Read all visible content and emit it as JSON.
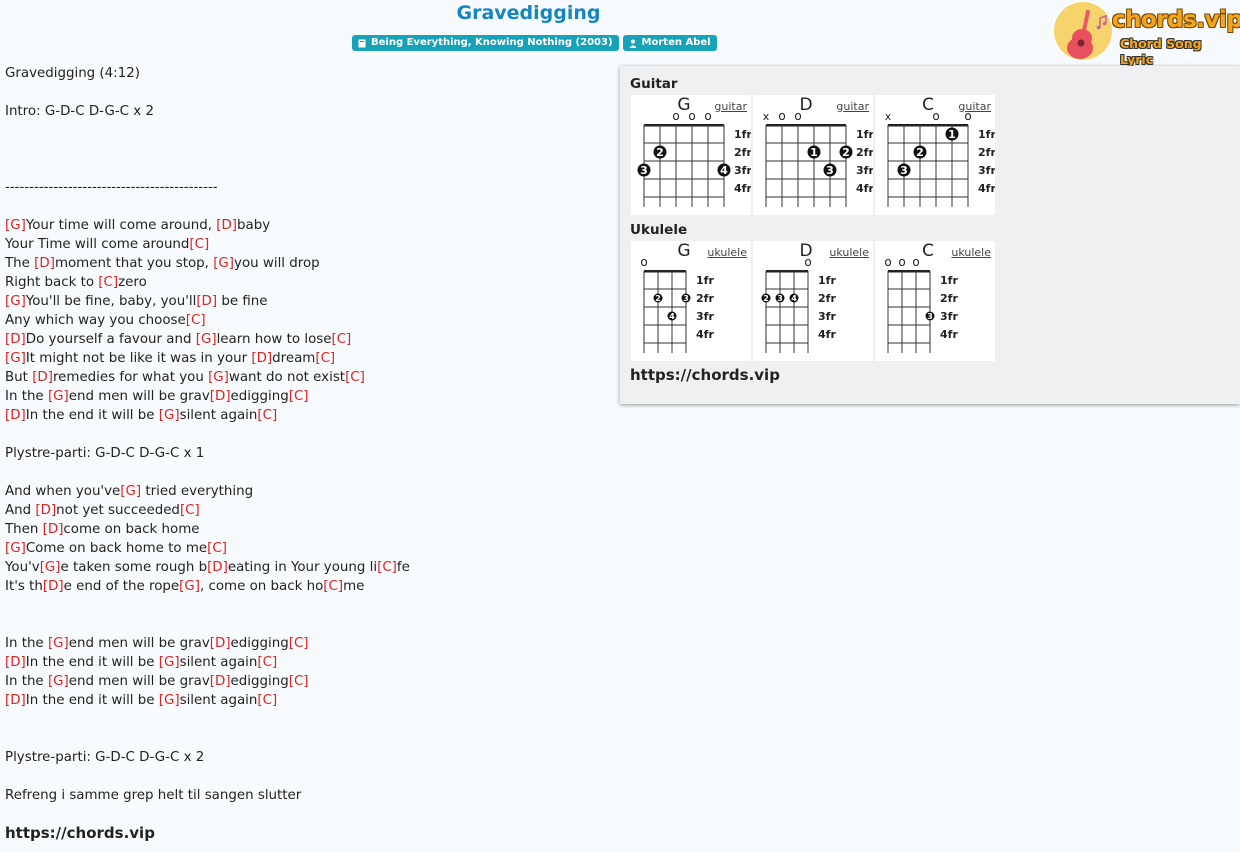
{
  "header": {
    "title": "Gravedigging",
    "album": "Being Everything, Knowing Nothing (2003)",
    "artist": "Morten Abel"
  },
  "logo": {
    "name": "chords.vip",
    "tagline": "Chord Song Lyric"
  },
  "lyrics": [
    [
      {
        "t": "Gravedigging (4:12)"
      }
    ],
    [],
    [
      {
        "t": "Intro: G-D-C D-G-C x 2"
      }
    ],
    [],
    [],
    [],
    [
      {
        "t": "--------------------------------------------"
      }
    ],
    [],
    [
      {
        "c": "[G]"
      },
      {
        "t": "Your time will come around, "
      },
      {
        "c": "[D]"
      },
      {
        "t": "baby"
      }
    ],
    [
      {
        "t": "Your Time will come around"
      },
      {
        "c": "[C]"
      }
    ],
    [
      {
        "t": "The "
      },
      {
        "c": "[D]"
      },
      {
        "t": "moment that you stop, "
      },
      {
        "c": "[G]"
      },
      {
        "t": "you will drop"
      }
    ],
    [
      {
        "t": "Right back to "
      },
      {
        "c": "[C]"
      },
      {
        "t": "zero"
      }
    ],
    [
      {
        "c": "[G]"
      },
      {
        "t": "You'll be fine, baby, you'll"
      },
      {
        "c": "[D]"
      },
      {
        "t": " be fine"
      }
    ],
    [
      {
        "t": "Any which way you choose"
      },
      {
        "c": "[C]"
      }
    ],
    [
      {
        "c": "[D]"
      },
      {
        "t": "Do yourself a favour and "
      },
      {
        "c": "[G]"
      },
      {
        "t": "learn how to lose"
      },
      {
        "c": "[C]"
      }
    ],
    [
      {
        "c": "[G]"
      },
      {
        "t": "It might not be like it was in your "
      },
      {
        "c": "[D]"
      },
      {
        "t": "dream"
      },
      {
        "c": "[C]"
      }
    ],
    [
      {
        "t": "But "
      },
      {
        "c": "[D]"
      },
      {
        "t": "remedies for what you "
      },
      {
        "c": "[G]"
      },
      {
        "t": "want do not exist"
      },
      {
        "c": "[C]"
      }
    ],
    [
      {
        "t": "In the "
      },
      {
        "c": "[G]"
      },
      {
        "t": "end men will be grav"
      },
      {
        "c": "[D]"
      },
      {
        "t": "edigging"
      },
      {
        "c": "[C]"
      }
    ],
    [
      {
        "c": "[D]"
      },
      {
        "t": "In the end it will be "
      },
      {
        "c": "[G]"
      },
      {
        "t": "silent again"
      },
      {
        "c": "[C]"
      }
    ],
    [],
    [
      {
        "t": "Plystre-parti: G-D-C D-G-C x 1"
      }
    ],
    [],
    [
      {
        "t": "And when you've"
      },
      {
        "c": "[G]"
      },
      {
        "t": " tried everything"
      }
    ],
    [
      {
        "t": "And "
      },
      {
        "c": "[D]"
      },
      {
        "t": "not yet succeeded"
      },
      {
        "c": "[C]"
      }
    ],
    [
      {
        "t": "Then "
      },
      {
        "c": "[D]"
      },
      {
        "t": "come on back home"
      }
    ],
    [
      {
        "c": "[G]"
      },
      {
        "t": "Come on back home to me"
      },
      {
        "c": "[C]"
      }
    ],
    [
      {
        "t": "You'v"
      },
      {
        "c": "[G]"
      },
      {
        "t": "e taken some rough b"
      },
      {
        "c": "[D]"
      },
      {
        "t": "eating in Your young li"
      },
      {
        "c": "[C]"
      },
      {
        "t": "fe"
      }
    ],
    [
      {
        "t": "It's th"
      },
      {
        "c": "[D]"
      },
      {
        "t": "e end of the rope"
      },
      {
        "c": "[G]"
      },
      {
        "t": ", come on back ho"
      },
      {
        "c": "[C]"
      },
      {
        "t": "me"
      }
    ],
    [],
    [],
    [
      {
        "t": "In the "
      },
      {
        "c": "[G]"
      },
      {
        "t": "end men will be grav"
      },
      {
        "c": "[D]"
      },
      {
        "t": "edigging"
      },
      {
        "c": "[C]"
      }
    ],
    [
      {
        "c": "[D]"
      },
      {
        "t": "In the end it will be "
      },
      {
        "c": "[G]"
      },
      {
        "t": "silent again"
      },
      {
        "c": "[C]"
      }
    ],
    [
      {
        "t": "In the "
      },
      {
        "c": "[G]"
      },
      {
        "t": "end men will be grav"
      },
      {
        "c": "[D]"
      },
      {
        "t": "edigging"
      },
      {
        "c": "[C]"
      }
    ],
    [
      {
        "c": "[D]"
      },
      {
        "t": "In the end it will be "
      },
      {
        "c": "[G]"
      },
      {
        "t": "silent again"
      },
      {
        "c": "[C]"
      }
    ],
    [],
    [],
    [
      {
        "t": "Plystre-parti: G-D-C D-G-C x 2"
      }
    ],
    [],
    [
      {
        "t": "Refreng i samme grep helt til sangen slutter"
      }
    ]
  ],
  "footer_site": "https://chords.vip",
  "panel": {
    "guitar_label": "Guitar",
    "ukulele_label": "Ukulele",
    "site": "https://chords.vip",
    "fret_labels": [
      "1fr",
      "2fr",
      "3fr",
      "4fr"
    ],
    "guitar": [
      {
        "name": "G",
        "link": "guitar",
        "open": [
          "",
          "",
          "o",
          "o",
          "o",
          ""
        ],
        "dots": [
          {
            "s": 1,
            "f": 3,
            "n": "3"
          },
          {
            "s": 2,
            "f": 2,
            "n": "2"
          },
          {
            "s": 6,
            "f": 3,
            "n": "4"
          }
        ]
      },
      {
        "name": "D",
        "link": "guitar",
        "open": [
          "x",
          "o",
          "o",
          "",
          "",
          ""
        ],
        "dots": [
          {
            "s": 4,
            "f": 2,
            "n": "1"
          },
          {
            "s": 5,
            "f": 3,
            "n": "3"
          },
          {
            "s": 6,
            "f": 2,
            "n": "2"
          }
        ]
      },
      {
        "name": "C",
        "link": "guitar",
        "open": [
          "x",
          "",
          "",
          "o",
          "",
          "o"
        ],
        "dots": [
          {
            "s": 2,
            "f": 3,
            "n": "3"
          },
          {
            "s": 3,
            "f": 2,
            "n": "2"
          },
          {
            "s": 5,
            "f": 1,
            "n": "1"
          }
        ]
      }
    ],
    "ukulele": [
      {
        "name": "G",
        "link": "ukulele",
        "open": [
          "o",
          "",
          "",
          ""
        ],
        "dots": [
          {
            "s": 2,
            "f": 2,
            "n": "2"
          },
          {
            "s": 3,
            "f": 3,
            "n": "4"
          },
          {
            "s": 4,
            "f": 2,
            "n": "3"
          }
        ]
      },
      {
        "name": "D",
        "link": "ukulele",
        "open": [
          "",
          "",
          "",
          "o"
        ],
        "dots": [
          {
            "s": 1,
            "f": 2,
            "n": "2"
          },
          {
            "s": 2,
            "f": 2,
            "n": "3"
          },
          {
            "s": 3,
            "f": 2,
            "n": "4"
          }
        ]
      },
      {
        "name": "C",
        "link": "ukulele",
        "open": [
          "o",
          "o",
          "o",
          ""
        ],
        "dots": [
          {
            "s": 4,
            "f": 3,
            "n": "3"
          }
        ]
      }
    ]
  }
}
